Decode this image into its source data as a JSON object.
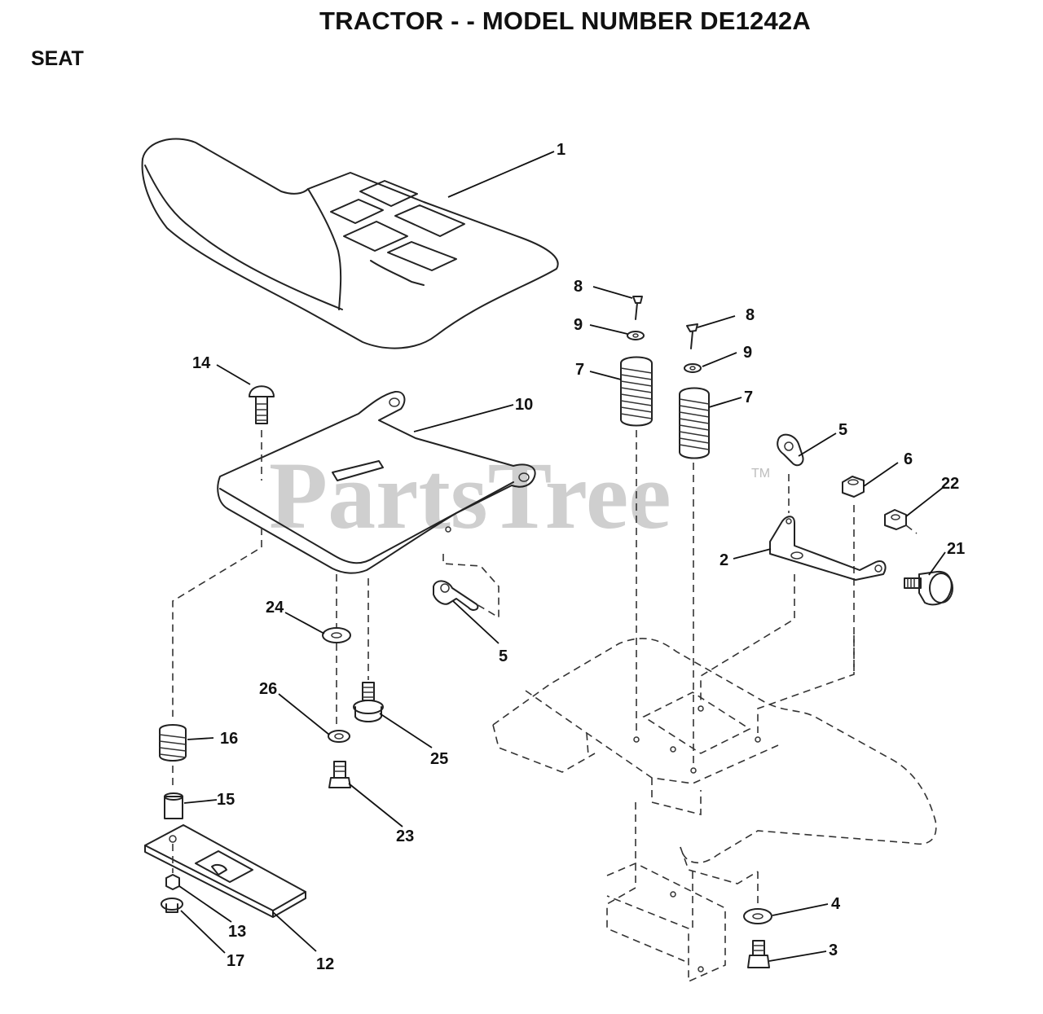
{
  "header": {
    "title": "TRACTOR - - MODEL NUMBER DE1242A",
    "section": "SEAT"
  },
  "watermark": {
    "text": "PartsTree",
    "mark": "TM"
  },
  "callouts": {
    "c1": "1",
    "c14": "14",
    "c10": "10",
    "c8a": "8",
    "c9a": "9",
    "c7a": "7",
    "c8b": "8",
    "c9b": "9",
    "c7b": "7",
    "c5a": "5",
    "c6": "6",
    "c22": "22",
    "c2": "2",
    "c21": "21",
    "c24": "24",
    "c5b": "5",
    "c26": "26",
    "c25": "25",
    "c16": "16",
    "c23": "23",
    "c15": "15",
    "c4": "4",
    "c3": "3",
    "c13": "13",
    "c12": "12",
    "c17": "17"
  }
}
